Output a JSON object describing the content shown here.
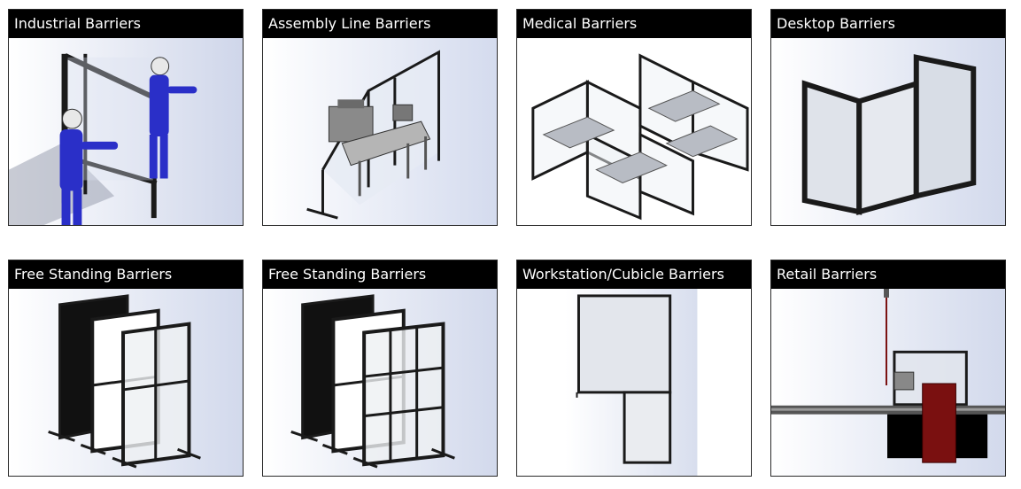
{
  "gallery": {
    "items": [
      {
        "label": "Industrial Barriers"
      },
      {
        "label": "Assembly Line Barriers"
      },
      {
        "label": "Medical Barriers"
      },
      {
        "label": "Desktop Barriers"
      },
      {
        "label": "Free Standing Barriers"
      },
      {
        "label": "Free Standing Barriers"
      },
      {
        "label": "Workstation/Cubicle Barriers"
      },
      {
        "label": "Retail Barriers"
      }
    ]
  },
  "colors": {
    "header_bg": "#000000",
    "header_text": "#ffffff",
    "frame": "#1a1a1a",
    "worker_suit": "#2a2fc8",
    "retail_accent": "#7a1010"
  }
}
